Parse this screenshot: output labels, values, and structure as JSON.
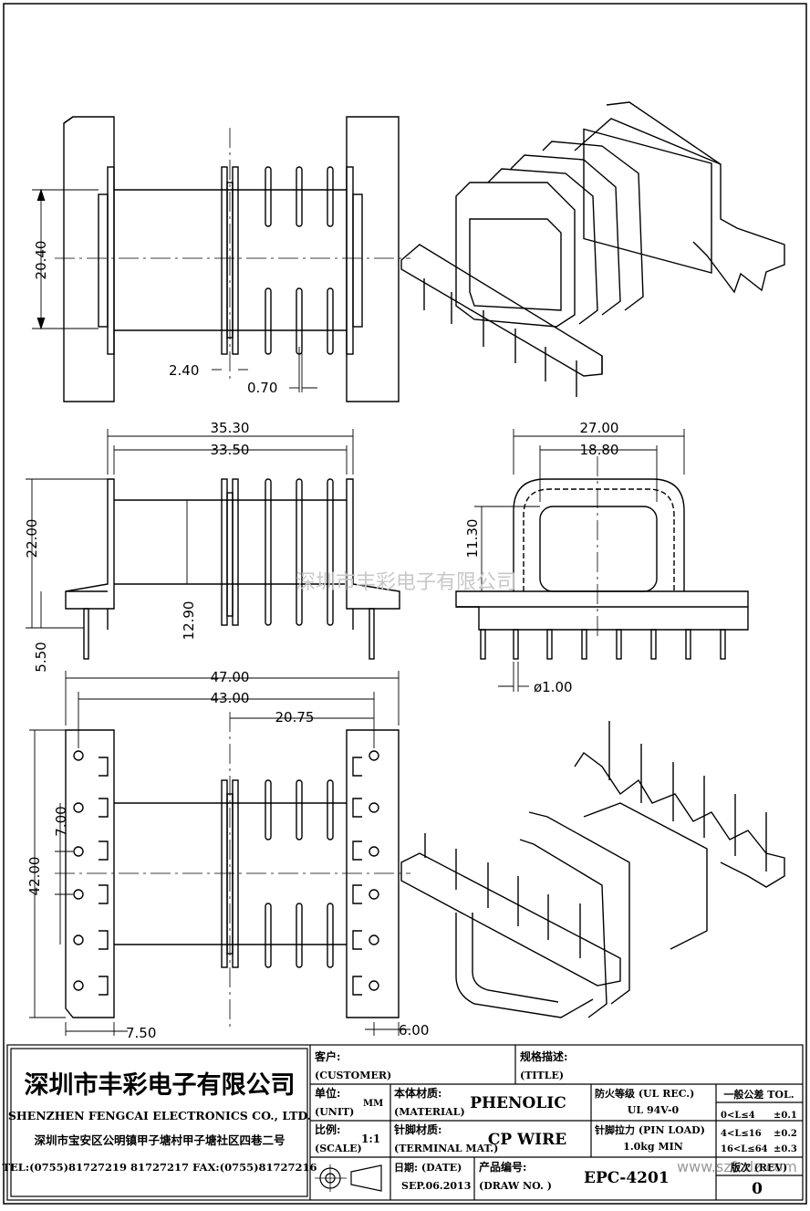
{
  "drawing": {
    "dimensions": {
      "top_view_height": "20.40",
      "flange_thickness": "2.40",
      "rib_thickness": "0.70",
      "overall_length": "35.30",
      "inner_length": "33.50",
      "height_total": "22.00",
      "core_height": "12.90",
      "pin_length": "5.50",
      "end_width": "27.00",
      "window_width": "18.80",
      "window_height": "11.30",
      "pin_diameter": "ø1.00",
      "base_length": "47.00",
      "pin_span": "43.00",
      "half_span": "20.75",
      "pin_pitch": "7.00",
      "base_width": "42.00",
      "edge_left": "7.50",
      "edge_right": "6.00"
    },
    "watermark": "深圳市丰彩电子有限公司",
    "website": "www.szfcdz.com"
  },
  "title_block": {
    "company_cn": "深圳市丰彩电子有限公司",
    "company_en": "SHENZHEN FENGCAI ELECTRONICS CO., LTD.",
    "address": "深圳市宝安区公明镇甲子塘村甲子塘社区四巷二号",
    "contact": "TEL:(0755)81727219  81727217   FAX:(0755)81727216",
    "customer_label": "客户:",
    "customer_label_en": "(CUSTOMER)",
    "title_label": "规格描述:",
    "title_label_en": "(TITLE)",
    "unit_label": "单位:",
    "unit_label_en": "(UNIT)",
    "unit_value": "MM",
    "material_label": "本体材质:",
    "material_label_en": "(MATERIAL)",
    "material_value": "PHENOLIC",
    "flame_label": "防火等级 (UL REC.)",
    "flame_value": "UL 94V-0",
    "scale_label": "比例:",
    "scale_label_en": "(SCALE)",
    "scale_value": "1:1",
    "terminal_label": "针脚材质:",
    "terminal_label_en": "(TERMINAL MAT.)",
    "terminal_value": "CP WIRE",
    "pinload_label": "针脚拉力 (PIN LOAD)",
    "pinload_value": "1.0kg MIN",
    "date_label": "日期: (DATE)",
    "date_value": "SEP.06.2013",
    "drawno_label": "产品编号:",
    "drawno_label_en": "(DRAW NO. )",
    "drawno_value": "EPC-4201",
    "tol_label": "一般公差 TOL.",
    "tol_rows": [
      {
        "range": "0<L≤4",
        "value": "±0.1"
      },
      {
        "range": "4<L≤16",
        "value": "±0.2"
      },
      {
        "range": "16<L≤64",
        "value": "±0.3"
      }
    ],
    "rev_label": "版次 (REV)",
    "rev_value": "0"
  }
}
